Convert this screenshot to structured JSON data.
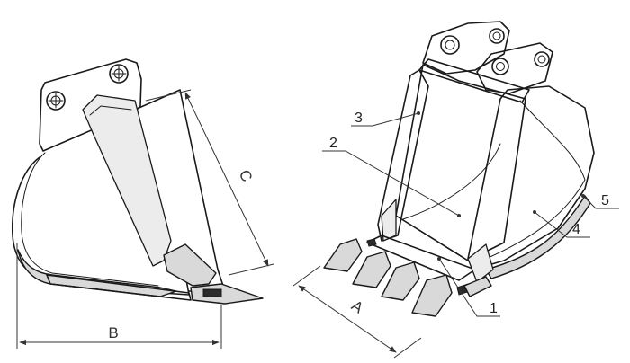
{
  "drawing": {
    "dimension_labels": {
      "a": "A",
      "b": "B",
      "c": "C"
    },
    "callouts": [
      "1",
      "2",
      "3",
      "4",
      "5"
    ]
  }
}
